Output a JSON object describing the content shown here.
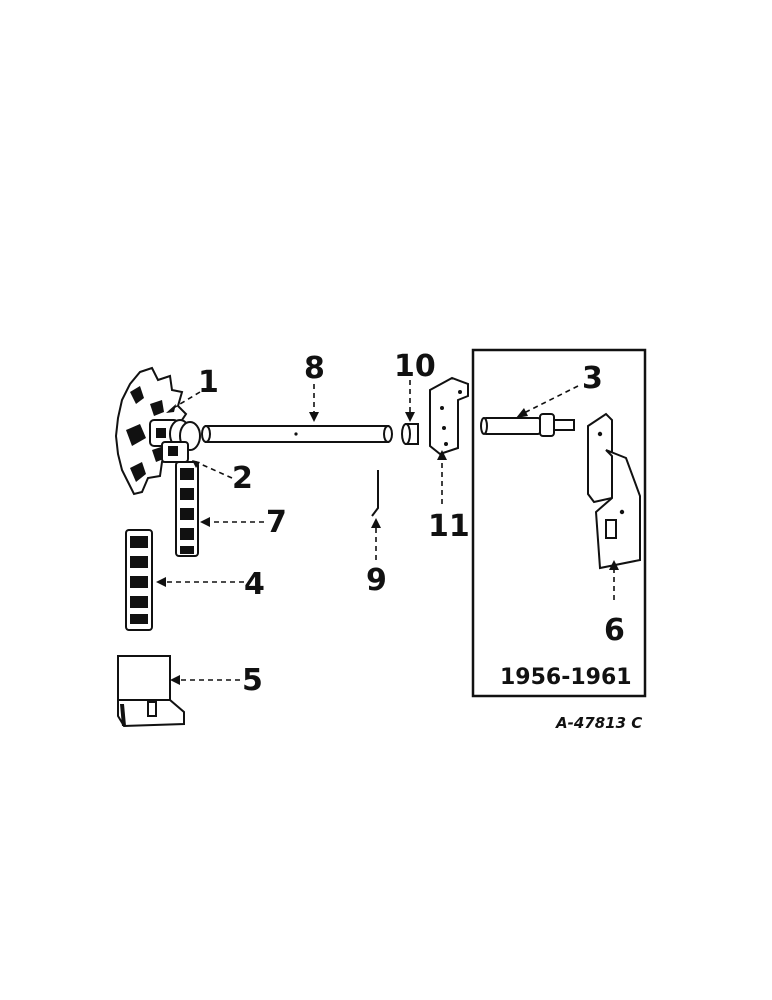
{
  "callouts": {
    "c1": "1",
    "c2": "2",
    "c3": "3",
    "c4": "4",
    "c5": "5",
    "c6": "6",
    "c7": "7",
    "c8": "8",
    "c9": "9",
    "c10": "10",
    "c11": "11"
  },
  "inset": {
    "year_range": "1956-1961"
  },
  "figure_code": "A-47813 C"
}
